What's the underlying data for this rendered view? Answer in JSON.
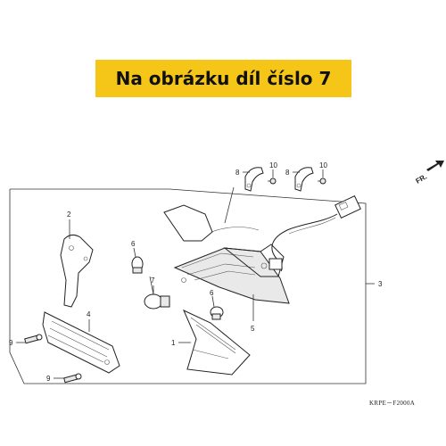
{
  "banner": {
    "text": "Na obrázku díl číslo 7",
    "color": "#f5c518"
  },
  "direction_label": "FR.",
  "reference_code": "KRPE－F2000A",
  "callouts": {
    "c1": "1",
    "c2": "2",
    "c3": "3",
    "c4": "4",
    "c5": "5",
    "c6a": "6",
    "c6b": "6",
    "c7": "7",
    "c8a": "8",
    "c8b": "8",
    "c9a": "9",
    "c9b": "9",
    "c10a": "10",
    "c10b": "10"
  }
}
